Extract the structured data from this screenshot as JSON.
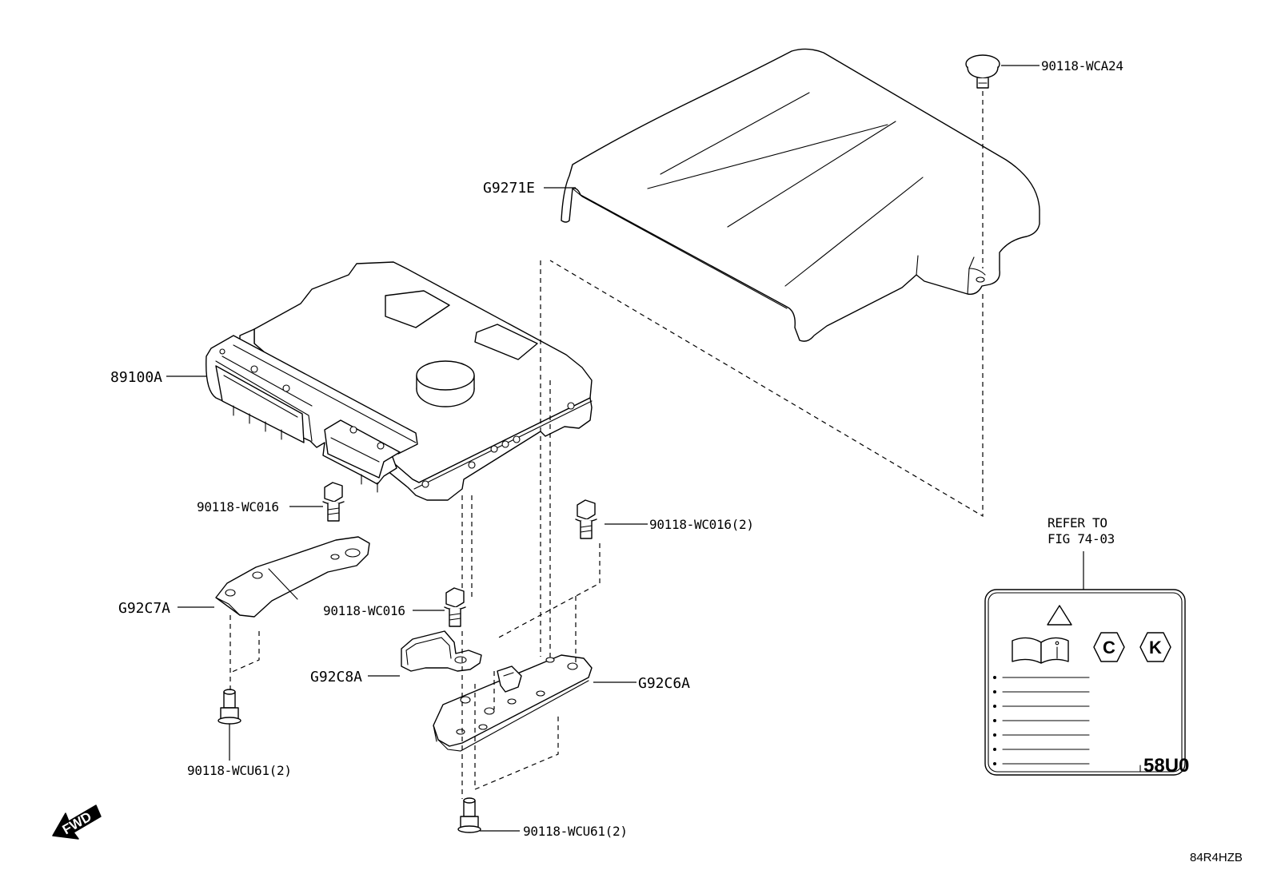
{
  "callouts": {
    "cover": "G9271E",
    "cover_clip": "90118-WCA24",
    "ecu": "89100A",
    "ecu_bolt": "90118-WC016",
    "bracket_bolt_pair": "90118-WC016(2)",
    "bracket_left": "G92C7A",
    "center_bolt": "90118-WC016",
    "clamp": "G92C8A",
    "bracket_plate": "G92C6A",
    "left_stud": "90118-WCU61(2)",
    "bottom_stud": "90118-WCU61(2)"
  },
  "reference": {
    "line1": "REFER TO",
    "line2": "FIG 74-03"
  },
  "warning_label": {
    "caution_badge": "C",
    "k_badge": "K",
    "label_number": "58U0"
  },
  "fwd_arrow": "FWD",
  "diagram_code": "84R4HZB"
}
